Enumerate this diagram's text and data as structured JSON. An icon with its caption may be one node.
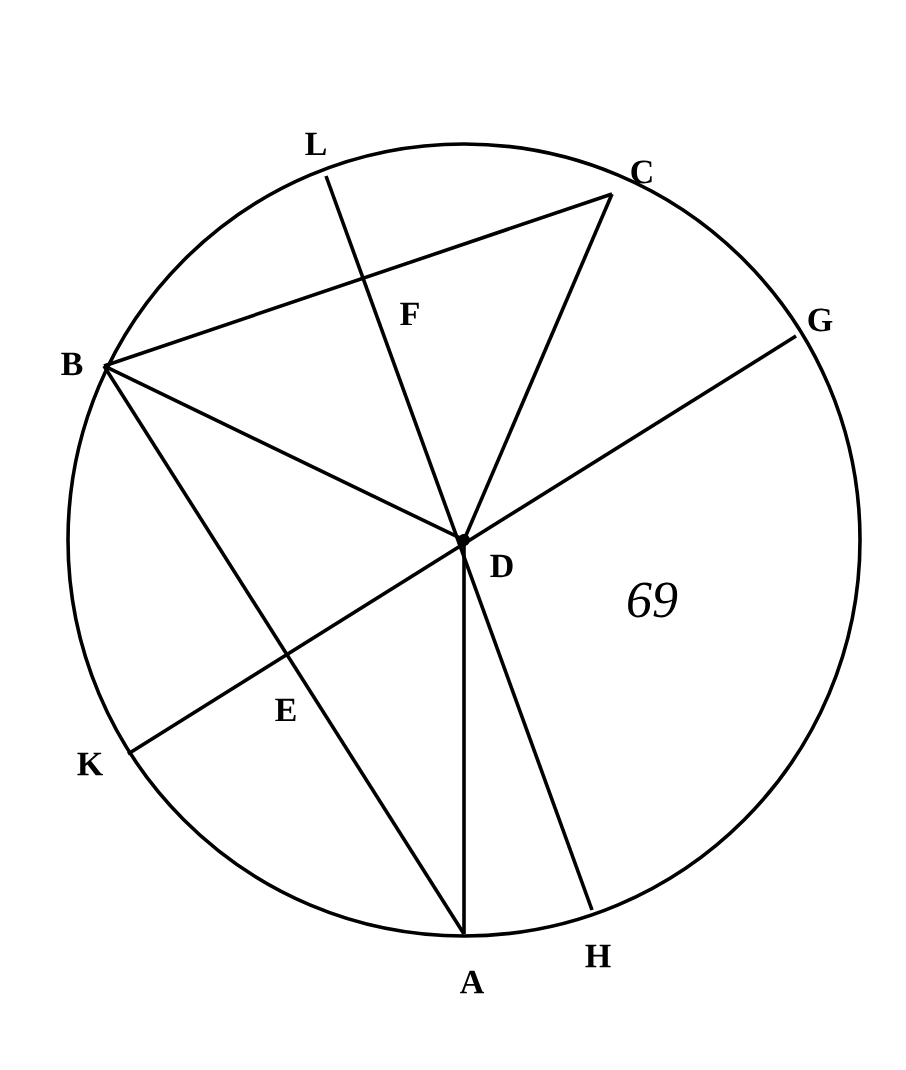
{
  "diagram": {
    "labels": [
      "L",
      "C",
      "F",
      "B",
      "G",
      "D",
      "69",
      "K",
      "E",
      "A",
      "H"
    ]
  }
}
